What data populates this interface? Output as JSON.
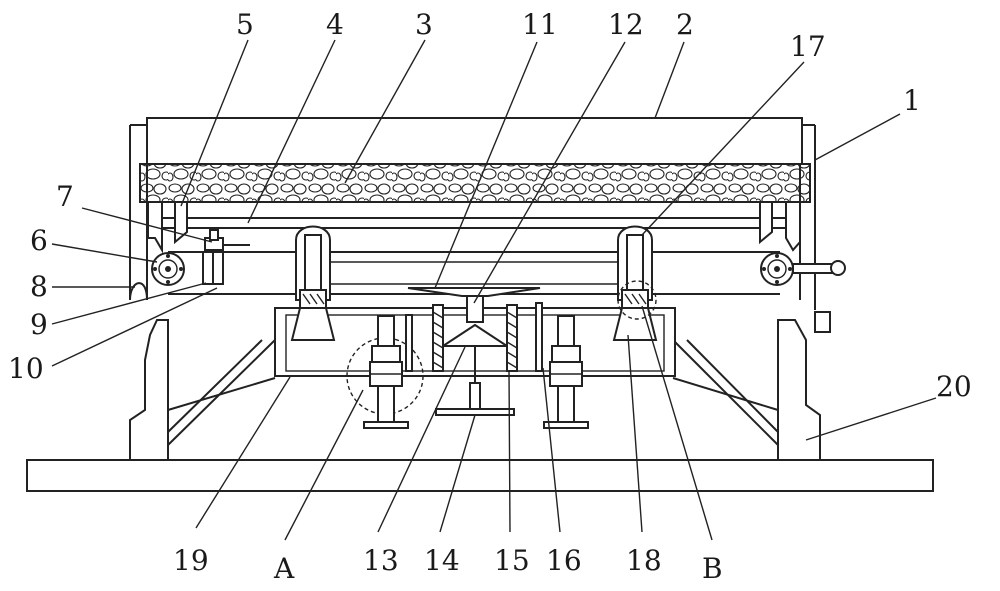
{
  "labels": {
    "l1": "1",
    "l2": "2",
    "l3": "3",
    "l4": "4",
    "l5": "5",
    "l6": "6",
    "l7": "7",
    "l8": "8",
    "l9": "9",
    "l10": "10",
    "l11": "11",
    "l12": "12",
    "l13": "13",
    "l14": "14",
    "l15": "15",
    "l16": "16",
    "l17": "17",
    "l18": "18",
    "l19": "19",
    "l20": "20",
    "lA": "A",
    "lB": "B"
  }
}
